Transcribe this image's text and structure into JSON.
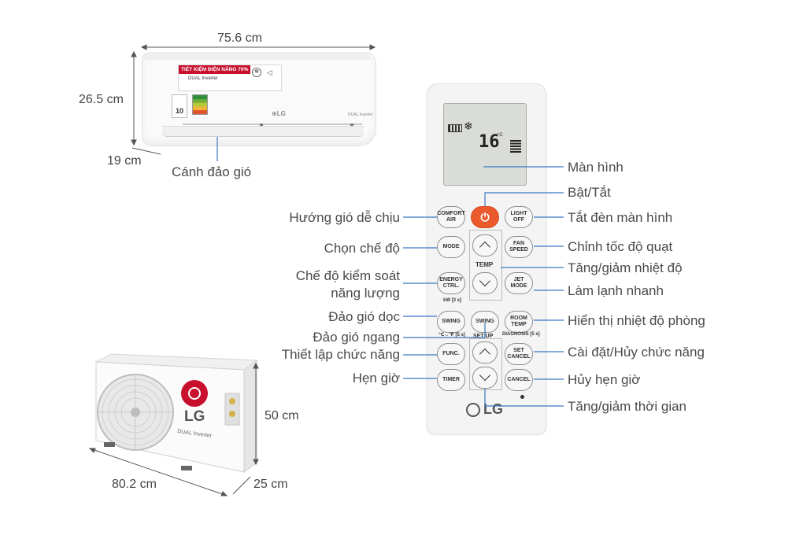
{
  "dimensions": {
    "indoor_width": "75.6 cm",
    "indoor_height": "26.5 cm",
    "indoor_depth": "19 cm",
    "outdoor_height": "50 cm",
    "outdoor_width": "80.2 cm",
    "outdoor_depth": "25 cm"
  },
  "indoor_unit": {
    "vane_label": "Cánh đảo gió",
    "sticker_text": "TIẾT KIỆM ĐIỆN NĂNG 70%",
    "sticker_sub": "DUAL Inverter",
    "energy_label": "10"
  },
  "outdoor_unit": {
    "brand": "LG",
    "model_text": "DUAL Inverter"
  },
  "remote": {
    "display_temp": "16",
    "display_unit": "°C",
    "brand": "LG",
    "buttons": {
      "comfort_air": "COMFORT AIR",
      "power": "⏻",
      "light_off": "LIGHT OFF",
      "mode": "MODE",
      "fan_speed": "FAN SPEED",
      "temp": "TEMP",
      "energy_ctrl": "ENERGY CTRL.",
      "energy_sub": "kW [3 s]",
      "jet_mode": "JET MODE",
      "swing_left": "SWING",
      "swing_right": "SWING",
      "swing_sub": "℃↔℉ [5 s]",
      "set_up": "SET UP",
      "room_temp": "ROOM TEMP",
      "diagnosis": "DIAGNOSIS [5 s]",
      "func": "FUNC.",
      "set_cancel": "SET CANCEL",
      "timer": "TIMER",
      "cancel": "CANCEL"
    }
  },
  "callouts_left": {
    "comfort_air": "Hướng gió dễ chịu",
    "mode": "Chọn chế độ",
    "energy_line1": "Chế độ kiểm soát",
    "energy_line2": "năng lượng",
    "swing_vertical": "Đảo gió dọc",
    "swing_horizontal": "Đảo gió ngang",
    "func": "Thiết lập chức năng",
    "timer": "Hẹn giờ"
  },
  "callouts_right": {
    "screen": "Màn hình",
    "power": "Bật/Tắt",
    "light_off": "Tắt đèn màn hình",
    "fan_speed": "Chỉnh tốc độ quạt",
    "temp": "Tăng/giảm nhiệt độ",
    "jet_mode": "Làm lạnh nhanh",
    "room_temp": "Hiển thị nhiệt độ phòng",
    "set_cancel": "Cài đặt/Hủy chức năng",
    "cancel_timer": "Hủy hẹn giờ",
    "time_adjust": "Tăng/giảm thời gian"
  },
  "colors": {
    "callout_line": "#3a78c3",
    "power_button": "#ea5a2d",
    "lg_red": "#c8102e"
  }
}
